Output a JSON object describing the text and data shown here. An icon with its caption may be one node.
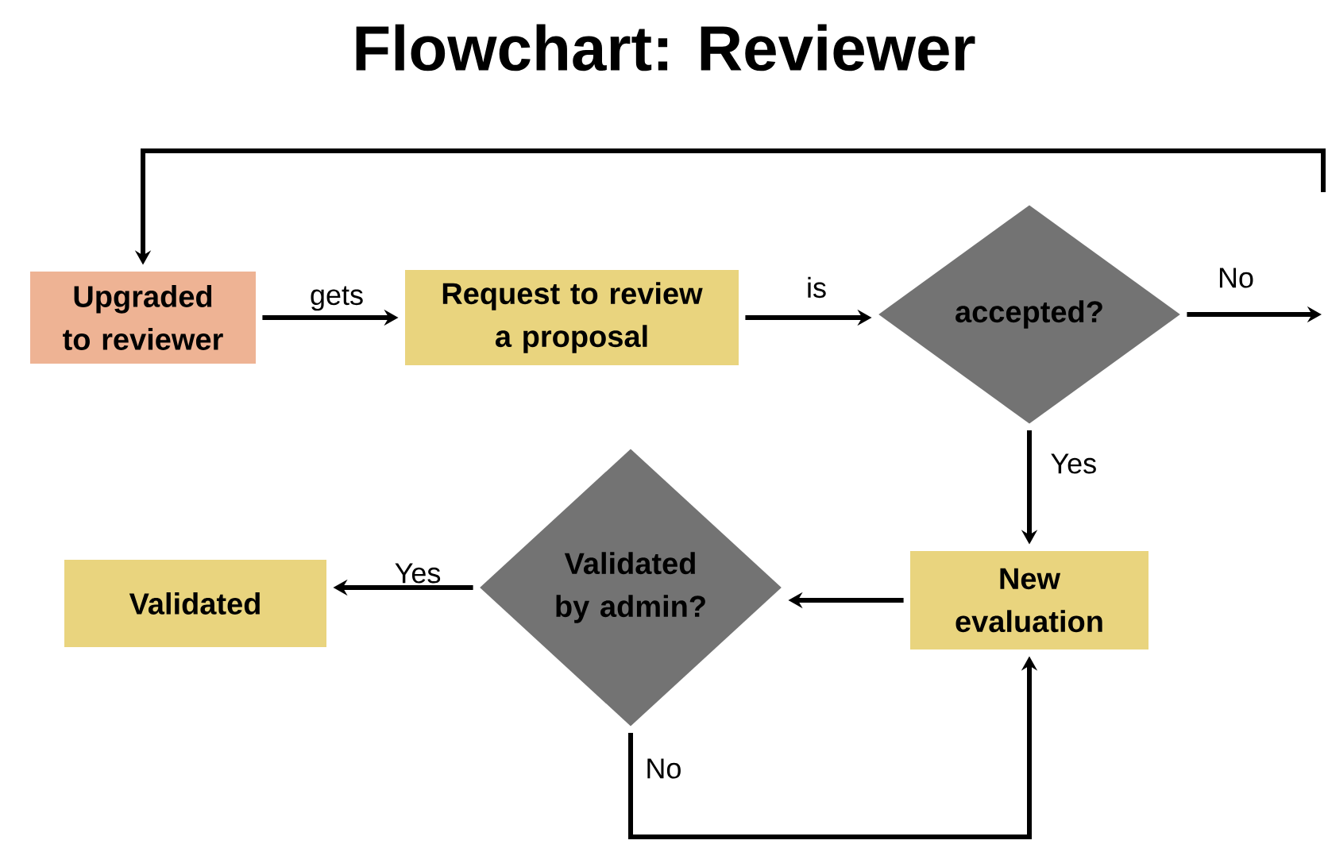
{
  "diagram": {
    "title": "Flowchart: Reviewer",
    "nodes": [
      {
        "text": [
          "Upgraded to reviewer"
        ]
      },
      {
        "text": [
          "Request to review a proposal"
        ]
      },
      {
        "text": [
          "accepted?"
        ]
      },
      {
        "text": [
          "New evaluation"
        ]
      },
      {
        "text": [
          "Validated by admin?"
        ]
      },
      {
        "text": [
          "Validated"
        ]
      }
    ],
    "edges": [
      {
        "from": 0,
        "to": 1,
        "arrow": "to",
        "label": "gets"
      },
      {
        "from": 1,
        "to": 2,
        "arrow": "to",
        "label": "is"
      },
      {
        "from": 2,
        "to": null,
        "arrow": "to",
        "label": "No"
      },
      {
        "from": null,
        "to": 0,
        "arrow": "to"
      },
      {
        "from": 2,
        "to": 3,
        "arrow": "to",
        "label": "Yes"
      },
      {
        "from": 3,
        "to": 4,
        "arrow": "to"
      },
      {
        "from": 4,
        "to": 5,
        "arrow": "to",
        "label": "Yes"
      },
      {
        "from": 4,
        "to": 3,
        "arrow": "to",
        "label": "No"
      }
    ]
  }
}
